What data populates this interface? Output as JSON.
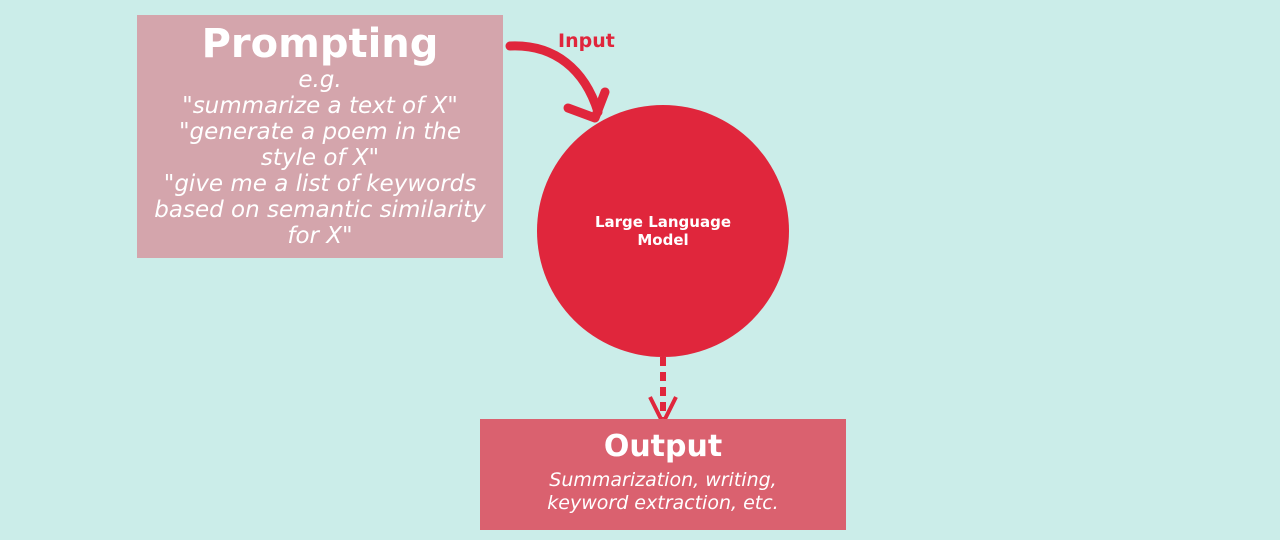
{
  "prompting": {
    "title": "Prompting",
    "examples": [
      "e.g.",
      "\"summarize a text of X\"",
      "\"generate a poem in the style of X\"",
      "\"give me a list of keywords based on semantic similarity for X\""
    ]
  },
  "input_label": "Input",
  "model": {
    "label": "Large Language Model"
  },
  "output": {
    "title": "Output",
    "description": "Summarization, writing, keyword extraction, etc."
  },
  "colors": {
    "background": "#cbede9",
    "prompt_box": "#d4a5ac",
    "model": "#e0263c",
    "output_box": "#da616f"
  }
}
